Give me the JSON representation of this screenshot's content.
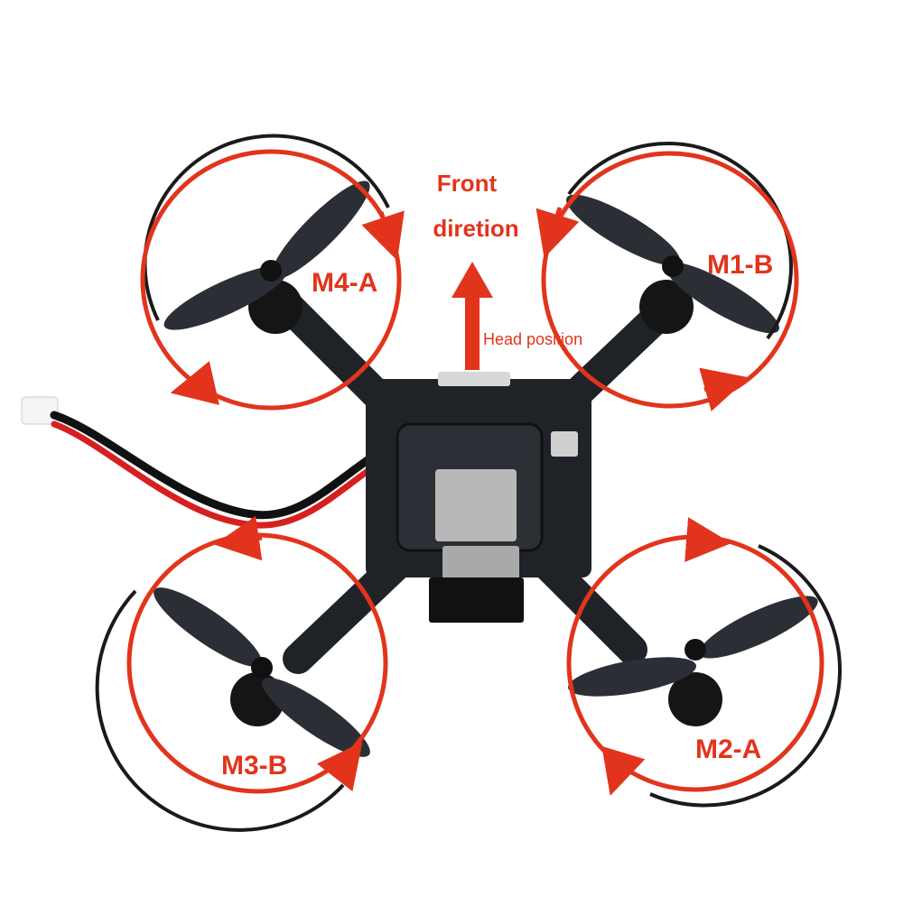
{
  "labels": {
    "front_line1": "Front",
    "front_line2": "diretion",
    "head_position": "Head position",
    "m1": "M1-B",
    "m2": "M2-A",
    "m3": "M3-B",
    "m4": "M4-A"
  },
  "colors": {
    "arrow_red": "#e2341c",
    "board": "#1f2328",
    "propeller": "#2b2f35",
    "guard_ring": "#1a1a1a",
    "wire_red": "#d62020",
    "wire_black": "#111111"
  },
  "icons": {
    "rotation_arrows": "circular-arrow-icon",
    "front_arrow": "arrow-up-icon"
  }
}
